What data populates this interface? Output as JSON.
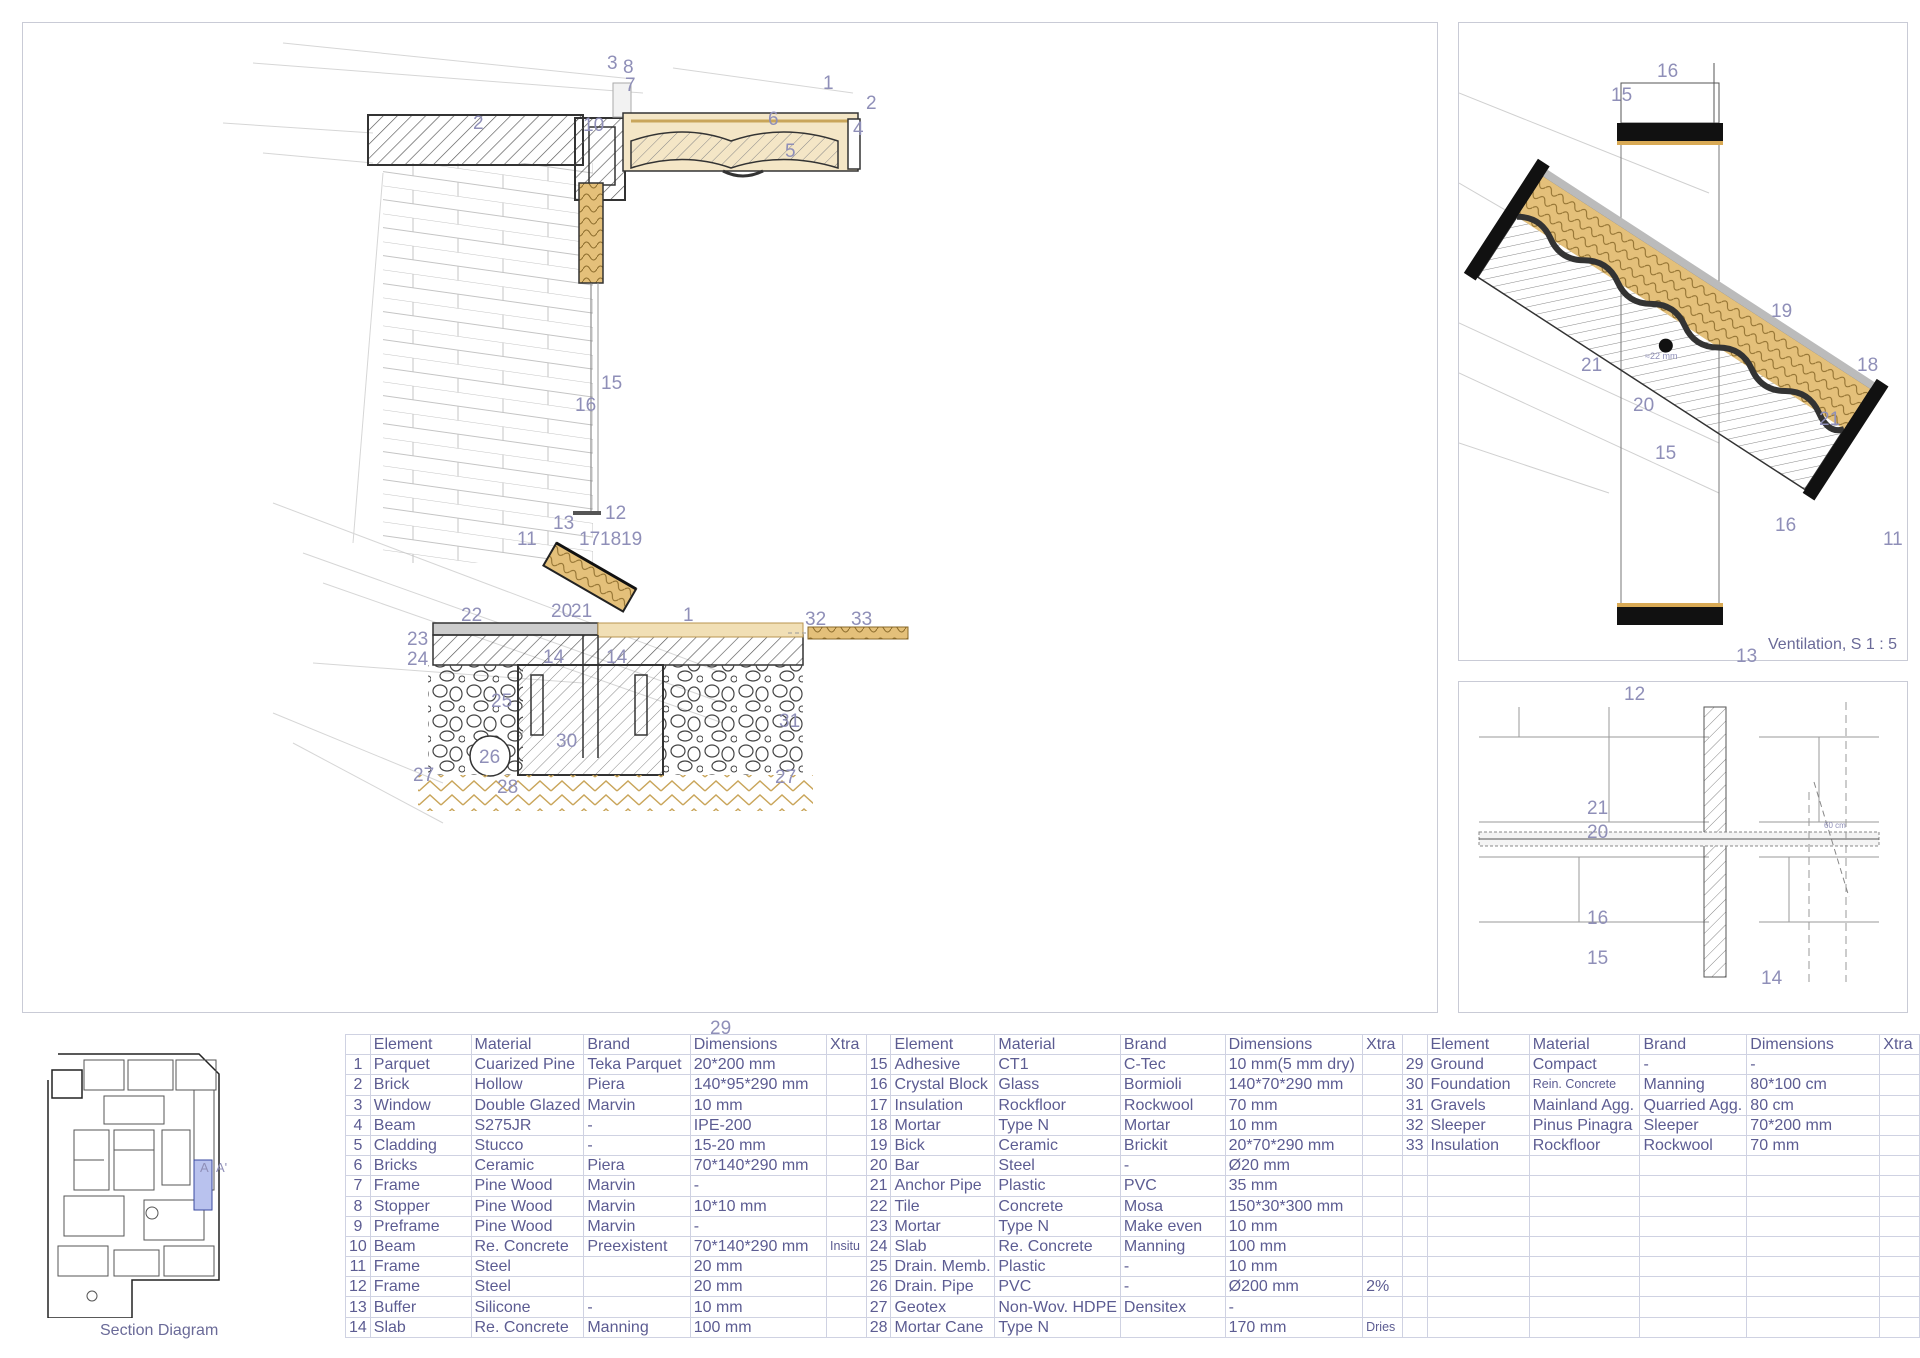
{
  "labels": {
    "main": {
      "l1": "1",
      "l2a": "2",
      "l2b": "2",
      "l3": "3",
      "l4": "4",
      "l5": "5",
      "l6": "6",
      "l7": "7",
      "l8": "8",
      "l10": "10",
      "l15": "15",
      "l16": "16",
      "l12": "12",
      "l13": "13",
      "l11": "11",
      "l17": "17",
      "l18": "18",
      "l19": "19",
      "l20": "20",
      "l21": "21",
      "l22": "22",
      "l1b": "1",
      "l32": "32",
      "l33": "33",
      "l23": "23",
      "l24": "24",
      "l14a": "14",
      "l14b": "14",
      "l25": "25",
      "l26": "26",
      "l27a": "27",
      "l27b": "27",
      "l28": "28",
      "l30": "30",
      "l31": "31",
      "l29": "29"
    },
    "vent": {
      "l16": "16",
      "l15a": "15",
      "l19": "19",
      "l18": "18",
      "l21a": "21",
      "l20": "20",
      "l21b": "21",
      "l15b": "15",
      "l16b": "16",
      "l11": "11",
      "l13": "13",
      "dim": "≈22 mm"
    },
    "detail": {
      "l12": "12",
      "l21": "21",
      "l20": "20",
      "l16": "16",
      "l15": "15",
      "l14": "14",
      "dim": "60 cm"
    }
  },
  "captions": {
    "ventilation": "Ventilation, S 1 : 5",
    "section_diagram": "Section Diagram",
    "plan_marker_a": "A",
    "plan_marker_a2": "A'"
  },
  "legend": {
    "headers": [
      "Element",
      "Material",
      "Brand",
      "Dimensions",
      "Xtra"
    ],
    "groups": [
      [
        {
          "n": "1",
          "element": "Parquet",
          "material": "Cuarized Pine",
          "brand": "Teka Parquet",
          "dimensions": "20*200 mm",
          "xtra": ""
        },
        {
          "n": "2",
          "element": "Brick",
          "material": "Hollow",
          "brand": "Piera",
          "dimensions": "140*95*290 mm",
          "xtra": ""
        },
        {
          "n": "3",
          "element": "Window",
          "material": "Double Glazed",
          "brand": "Marvin",
          "dimensions": "10 mm",
          "xtra": ""
        },
        {
          "n": "4",
          "element": "Beam",
          "material": "S275JR",
          "brand": "-",
          "dimensions": "IPE-200",
          "xtra": ""
        },
        {
          "n": "5",
          "element": "Cladding",
          "material": "Stucco",
          "brand": "-",
          "dimensions": "15-20 mm",
          "xtra": ""
        },
        {
          "n": "6",
          "element": "Bricks",
          "material": "Ceramic",
          "brand": "Piera",
          "dimensions": "70*140*290 mm",
          "xtra": ""
        },
        {
          "n": "7",
          "element": "Frame",
          "material": "Pine Wood",
          "brand": "Marvin",
          "dimensions": "-",
          "xtra": ""
        },
        {
          "n": "8",
          "element": "Stopper",
          "material": "Pine Wood",
          "brand": "Marvin",
          "dimensions": "10*10 mm",
          "xtra": ""
        },
        {
          "n": "9",
          "element": "Preframe",
          "material": "Pine Wood",
          "brand": "Marvin",
          "dimensions": "-",
          "xtra": ""
        },
        {
          "n": "10",
          "element": "Beam",
          "material": "Re. Concrete",
          "brand": "Preexistent",
          "dimensions": "70*140*290 mm",
          "xtra": "Insitu"
        },
        {
          "n": "11",
          "element": "Frame",
          "material": "Steel",
          "brand": "",
          "dimensions": "20 mm",
          "xtra": ""
        },
        {
          "n": "12",
          "element": "Frame",
          "material": "Steel",
          "brand": "",
          "dimensions": "20 mm",
          "xtra": ""
        },
        {
          "n": "13",
          "element": "Buffer",
          "material": "Silicone",
          "brand": "-",
          "dimensions": "10 mm",
          "xtra": ""
        },
        {
          "n": "14",
          "element": "Slab",
          "material": "Re. Concrete",
          "brand": "Manning",
          "dimensions": "100 mm",
          "xtra": ""
        }
      ],
      [
        {
          "n": "15",
          "element": "Adhesive",
          "material": "CT1",
          "brand": "C-Tec",
          "dimensions": "10 mm(5 mm dry)",
          "xtra": ""
        },
        {
          "n": "16",
          "element": "Crystal Block",
          "material": "Glass",
          "brand": "Bormioli",
          "dimensions": "140*70*290 mm",
          "xtra": ""
        },
        {
          "n": "17",
          "element": "Insulation",
          "material": "Rockfloor",
          "brand": "Rockwool",
          "dimensions": "70 mm",
          "xtra": ""
        },
        {
          "n": "18",
          "element": "Mortar",
          "material": "Type N",
          "brand": "Mortar",
          "dimensions": "10 mm",
          "xtra": ""
        },
        {
          "n": "19",
          "element": "Bick",
          "material": "Ceramic",
          "brand": "Brickit",
          "dimensions": "20*70*290 mm",
          "xtra": ""
        },
        {
          "n": "20",
          "element": "Bar",
          "material": "Steel",
          "brand": "-",
          "dimensions": "Ø20 mm",
          "xtra": ""
        },
        {
          "n": "21",
          "element": "Anchor Pipe",
          "material": "Plastic",
          "brand": "PVC",
          "dimensions": "35 mm",
          "xtra": ""
        },
        {
          "n": "22",
          "element": "Tile",
          "material": "Concrete",
          "brand": "Mosa",
          "dimensions": "150*30*300 mm",
          "xtra": ""
        },
        {
          "n": "23",
          "element": "Mortar",
          "material": "Type N",
          "brand": "Make even",
          "dimensions": "10 mm",
          "xtra": ""
        },
        {
          "n": "24",
          "element": "Slab",
          "material": "Re. Concrete",
          "brand": "Manning",
          "dimensions": "100 mm",
          "xtra": ""
        },
        {
          "n": "25",
          "element": "Drain. Memb.",
          "material": "Plastic",
          "brand": "-",
          "dimensions": "10 mm",
          "xtra": ""
        },
        {
          "n": "26",
          "element": "Drain. Pipe",
          "material": "PVC",
          "brand": "-",
          "dimensions": "Ø200 mm",
          "xtra": "2%"
        },
        {
          "n": "27",
          "element": "Geotex",
          "material": "Non-Wov. HDPE",
          "brand": "Densitex",
          "dimensions": "-",
          "xtra": ""
        },
        {
          "n": "28",
          "element": "Mortar Cane",
          "material": "Type N",
          "brand": "",
          "dimensions": "170 mm",
          "xtra": "Dries"
        }
      ],
      [
        {
          "n": "29",
          "element": "Ground",
          "material": "Compact",
          "brand": "-",
          "dimensions": "-",
          "xtra": ""
        },
        {
          "n": "30",
          "element": "Foundation",
          "material": "Rein. Concrete",
          "brand": "Manning",
          "dimensions": "80*100 cm",
          "xtra": ""
        },
        {
          "n": "31",
          "element": "Gravels",
          "material": "Mainland Agg.",
          "brand": "Quarried Agg.",
          "dimensions": "80 cm",
          "xtra": ""
        },
        {
          "n": "32",
          "element": "Sleeper",
          "material": "Pinus Pinagra",
          "brand": "Sleeper",
          "dimensions": "70*200 mm",
          "xtra": ""
        },
        {
          "n": "33",
          "element": "Insulation",
          "material": "Rockfloor",
          "brand": "Rockwool",
          "dimensions": "70 mm",
          "xtra": ""
        },
        {
          "n": "",
          "element": "",
          "material": "",
          "brand": "",
          "dimensions": "",
          "xtra": ""
        },
        {
          "n": "",
          "element": "",
          "material": "",
          "brand": "",
          "dimensions": "",
          "xtra": ""
        },
        {
          "n": "",
          "element": "",
          "material": "",
          "brand": "",
          "dimensions": "",
          "xtra": ""
        },
        {
          "n": "",
          "element": "",
          "material": "",
          "brand": "",
          "dimensions": "",
          "xtra": ""
        },
        {
          "n": "",
          "element": "",
          "material": "",
          "brand": "",
          "dimensions": "",
          "xtra": ""
        },
        {
          "n": "",
          "element": "",
          "material": "",
          "brand": "",
          "dimensions": "",
          "xtra": ""
        },
        {
          "n": "",
          "element": "",
          "material": "",
          "brand": "",
          "dimensions": "",
          "xtra": ""
        },
        {
          "n": "",
          "element": "",
          "material": "",
          "brand": "",
          "dimensions": "",
          "xtra": ""
        },
        {
          "n": "",
          "element": "",
          "material": "",
          "brand": "",
          "dimensions": "",
          "xtra": ""
        }
      ]
    ]
  },
  "colors": {
    "label": "#8f8fb8",
    "insulation": "#d9aa55",
    "wood": "#d9b46e",
    "ink": "#3a3a3a",
    "grid": "#cfd2e2"
  }
}
